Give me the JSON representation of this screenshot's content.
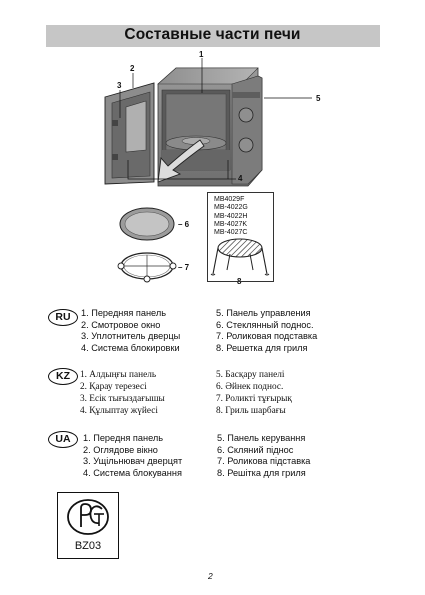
{
  "title": "Составные части печи",
  "callouts": {
    "c1": "1",
    "c2": "2",
    "c3": "3",
    "c4": "4",
    "c5": "5",
    "c6": "– 6",
    "c7": "– 7",
    "c8": "8"
  },
  "models": [
    "MB4029F",
    "MB-4022G",
    "MB-4022H",
    "MB-4027K",
    "MB-4027C"
  ],
  "sections": {
    "ru": {
      "code": "RU",
      "left": [
        "1. Передняя панель",
        "2. Смотровое окно",
        "3. Уплотнитель дверцы",
        "4. Система блокировки"
      ],
      "right": [
        "5. Панель управления",
        "6. Стеклянный поднос.",
        "7. Роликовая подставка",
        "8. Решетка для гриля"
      ]
    },
    "kz": {
      "code": "KZ",
      "left": [
        "1. Алдыңғы панель",
        "2. Қарау терезесі",
        "3. Есік тығыздағышы",
        "4. Құлыптау жүйесі"
      ],
      "right": [
        "5. Басқару панелі",
        "6. Әйнек поднос.",
        "7. Роликті тұғырық",
        "8. Гриль шарбағы"
      ]
    },
    "ua": {
      "code": "UA",
      "left": [
        "1. Передня панель",
        "2. Оглядове вікно",
        "3. Ущільнювач дверцят",
        "4. Система блокування"
      ],
      "right": [
        "5. Панель керування",
        "6. Скляний піднос",
        "7. Роликова підставка",
        "8. Решітка для гриля"
      ]
    }
  },
  "certification": {
    "code": "BZ03",
    "mark": "gost-r-mark-icon"
  },
  "page_number": "2"
}
